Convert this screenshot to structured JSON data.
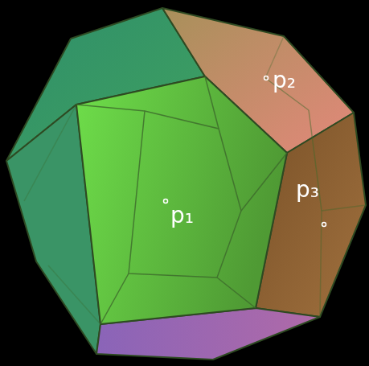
{
  "diagram": {
    "labels": [
      "p₁",
      "p₂",
      "p₃"
    ]
  }
}
